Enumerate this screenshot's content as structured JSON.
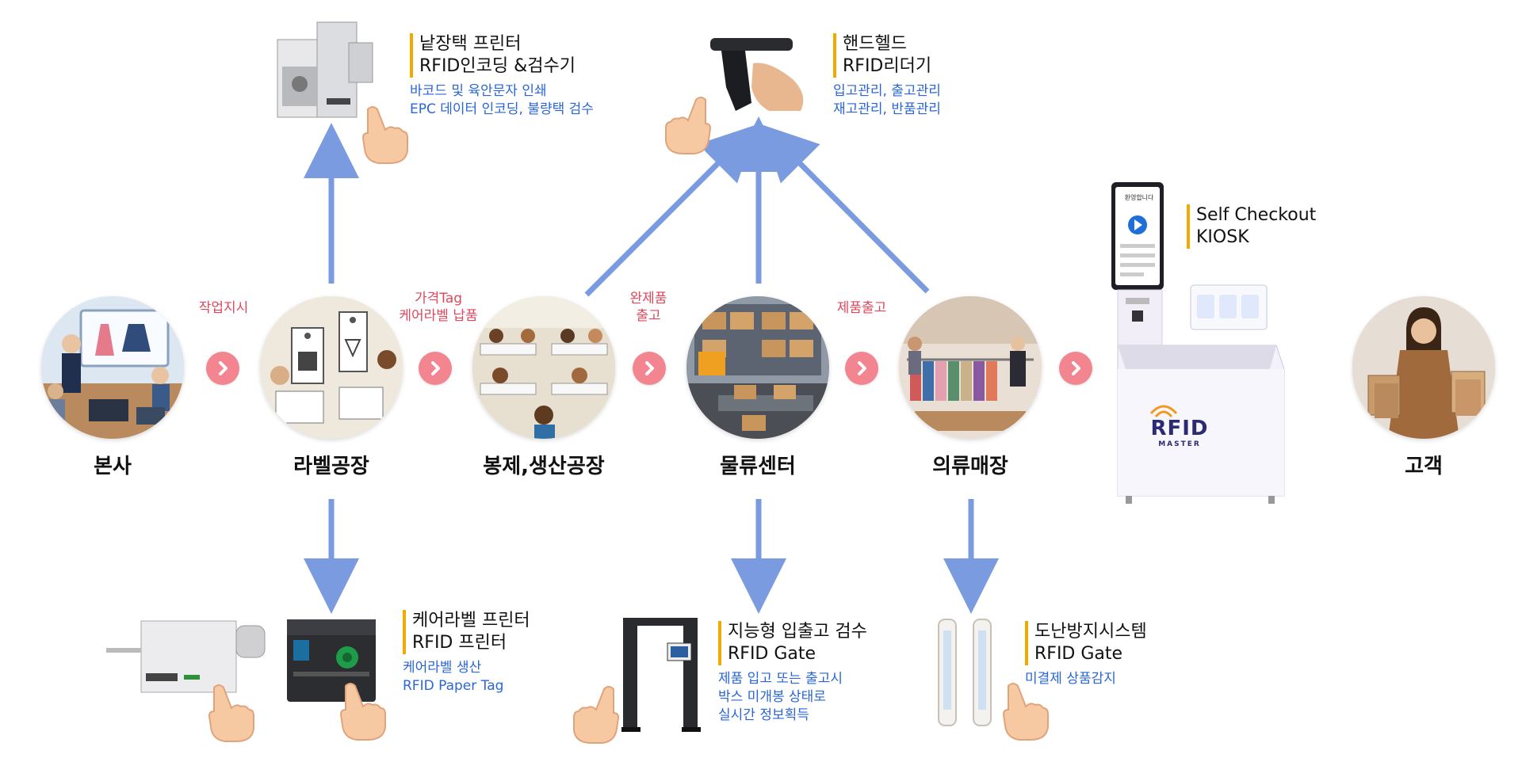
{
  "colors": {
    "arrow": "#7a9be0",
    "chevron": "#f2858f",
    "flow_label": "#e0475c",
    "accent_bar": "#f2a900",
    "desc": "#2a66d8"
  },
  "stages": [
    {
      "name": "본사"
    },
    {
      "name": "라벨공장"
    },
    {
      "name": "봉제,생산공장"
    },
    {
      "name": "물류센터"
    },
    {
      "name": "의류매장"
    },
    {
      "name": "고객"
    }
  ],
  "flow_labels": {
    "hq_to_label": "작업지시",
    "label_to_sewing_1": "가격Tag",
    "label_to_sewing_2": "케어라벨 납품",
    "sewing_to_logistics_1": "완제품",
    "sewing_to_logistics_2": "출고",
    "logistics_to_store": "제품출고"
  },
  "devices": {
    "tag_printer": {
      "title1": "낱장택 프린터",
      "title2": "RFID인코딩 &검수기",
      "desc1": "바코드 및 육안문자 인쇄",
      "desc2": "EPC 데이터 인코딩, 불량택 검수",
      "icon": "tag-printer-machine-icon"
    },
    "handheld": {
      "title1": "핸드헬드",
      "title2": "RFID리더기",
      "desc1": "입고관리, 출고관리",
      "desc2": "재고관리, 반품관리",
      "icon": "handheld-reader-icon"
    },
    "kiosk": {
      "title1": "Self Checkout",
      "title2": "KIOSK",
      "screen_text": "환영합니다",
      "logo_main": "RFID",
      "logo_sub": "MASTER",
      "icon": "kiosk-icon"
    },
    "care_printer": {
      "title1": "케어라벨 프린터",
      "title2": "RFID 프린터",
      "desc1": "케어라벨 생산",
      "desc2": "RFID Paper Tag",
      "icon": "label-printer-icon"
    },
    "gate_logistics": {
      "title1": "지능형 입출고 검수",
      "title2": "RFID Gate",
      "desc1": "제품 입고 또는 출고시",
      "desc2": "박스 미개봉 상태로",
      "desc3": "실시간 정보획득",
      "icon": "rfid-gate-icon"
    },
    "gate_store": {
      "title1": "도난방지시스템",
      "title2": "RFID Gate",
      "desc1": "미결제 상품감지",
      "icon": "anti-theft-gate-icon"
    }
  }
}
